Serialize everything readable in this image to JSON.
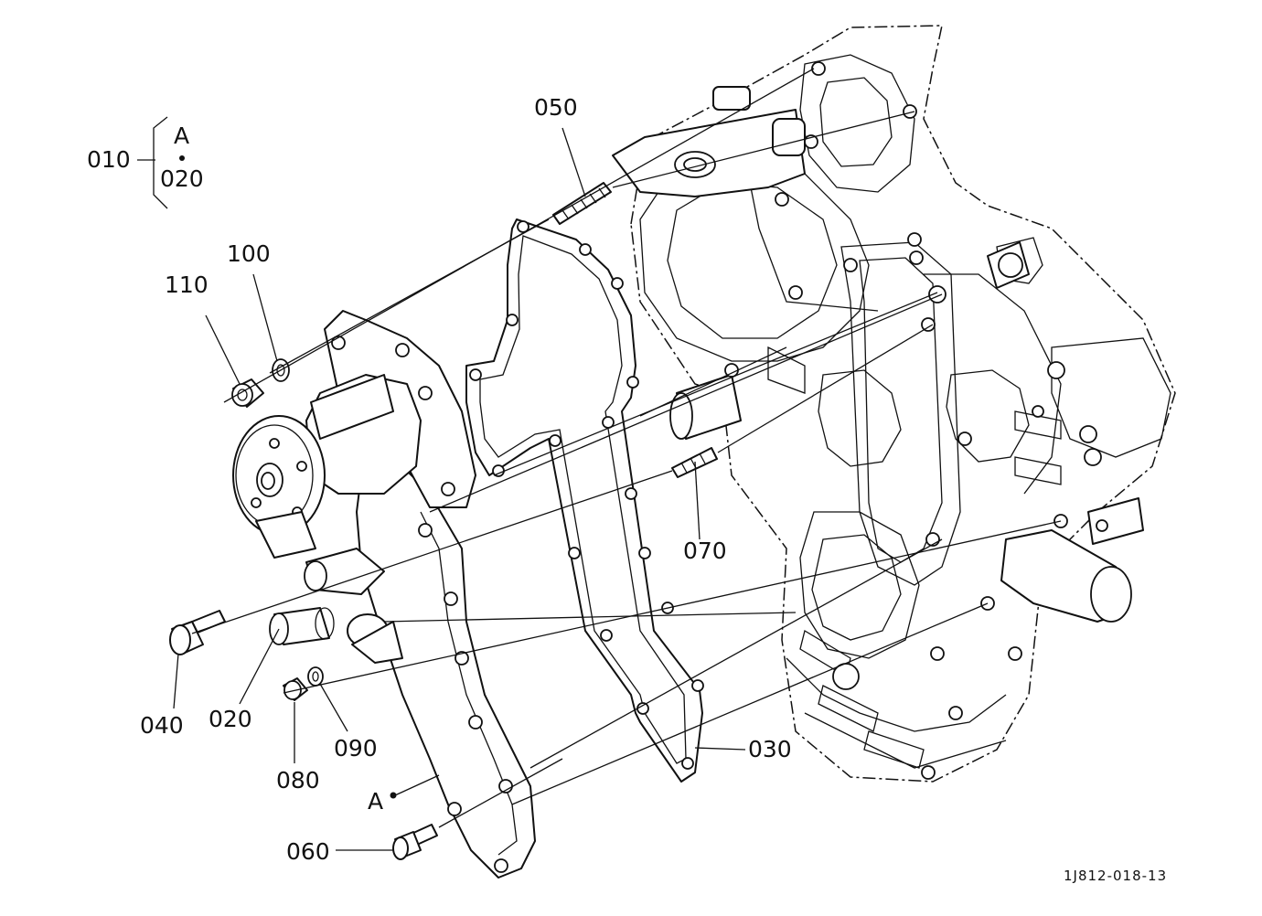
{
  "callouts": {
    "c010": "010",
    "c020_top": "020",
    "ref_a_top": "A",
    "c100": "100",
    "c110": "110",
    "c050": "050",
    "c070": "070",
    "c040": "040",
    "c020": "020",
    "c080": "080",
    "c090": "090",
    "c030": "030",
    "ref_a": "A",
    "c060": "060"
  },
  "drawing_number": "1J812-018-13"
}
